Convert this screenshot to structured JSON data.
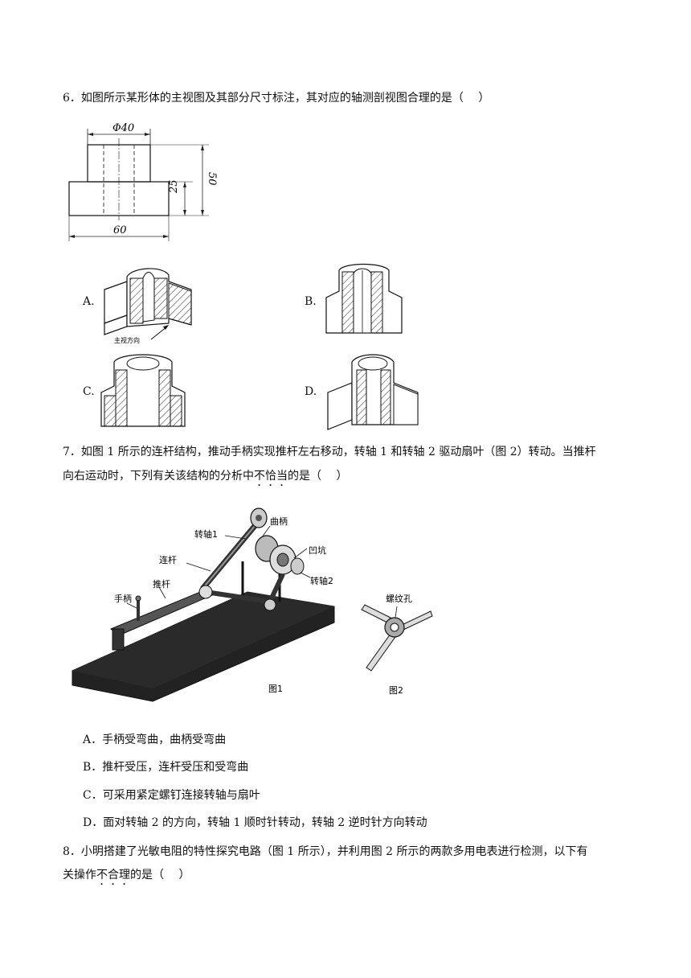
{
  "q6": {
    "text": "6．如图所示某形体的主视图及其部分尺寸标注，其对应的轴测剖视图合理的是（　 ）",
    "dims": {
      "top_width": "Φ40",
      "total_height": "50",
      "base_height": "25",
      "base_width": "60"
    },
    "view_direction_label": "主视方向",
    "options": [
      "A.",
      "B.",
      "C.",
      "D."
    ]
  },
  "q7": {
    "line1": "7．如图 1 所示的连杆结构，推动手柄实现推杆左右移动，转轴 1 和转轴 2 驱动扇叶（图 2）转动。当推杆",
    "line2_pre": "向右运动时，下列有关该结构的分析中",
    "line2_emph": "不恰当",
    "line2_post": "的是（　 ）",
    "figure_labels": {
      "shaft1": "转轴1",
      "crank": "曲柄",
      "rod": "连杆",
      "pit": "凹坑",
      "shaft2": "转轴2",
      "pusher": "推杆",
      "handle": "手柄",
      "fig1": "图1",
      "threaded_hole": "螺纹孔",
      "fig2": "图2"
    },
    "options": [
      "A．手柄受弯曲，曲柄受弯曲",
      "B．推杆受压，连杆受压和受弯曲",
      "C．可采用紧定螺钉连接转轴与扇叶",
      "D．面对转轴 2 的方向，转轴 1 顺时针转动，转轴 2 逆时针方向转动"
    ]
  },
  "q8": {
    "line1": "8．小明搭建了光敏电阻的特性探究电路（图 1 所示），并利用图 2 所示的两款多用电表进行检测，以下有",
    "line2_pre": "关操作",
    "line2_emph": "不合理",
    "line2_post": "的是（　 ）"
  }
}
